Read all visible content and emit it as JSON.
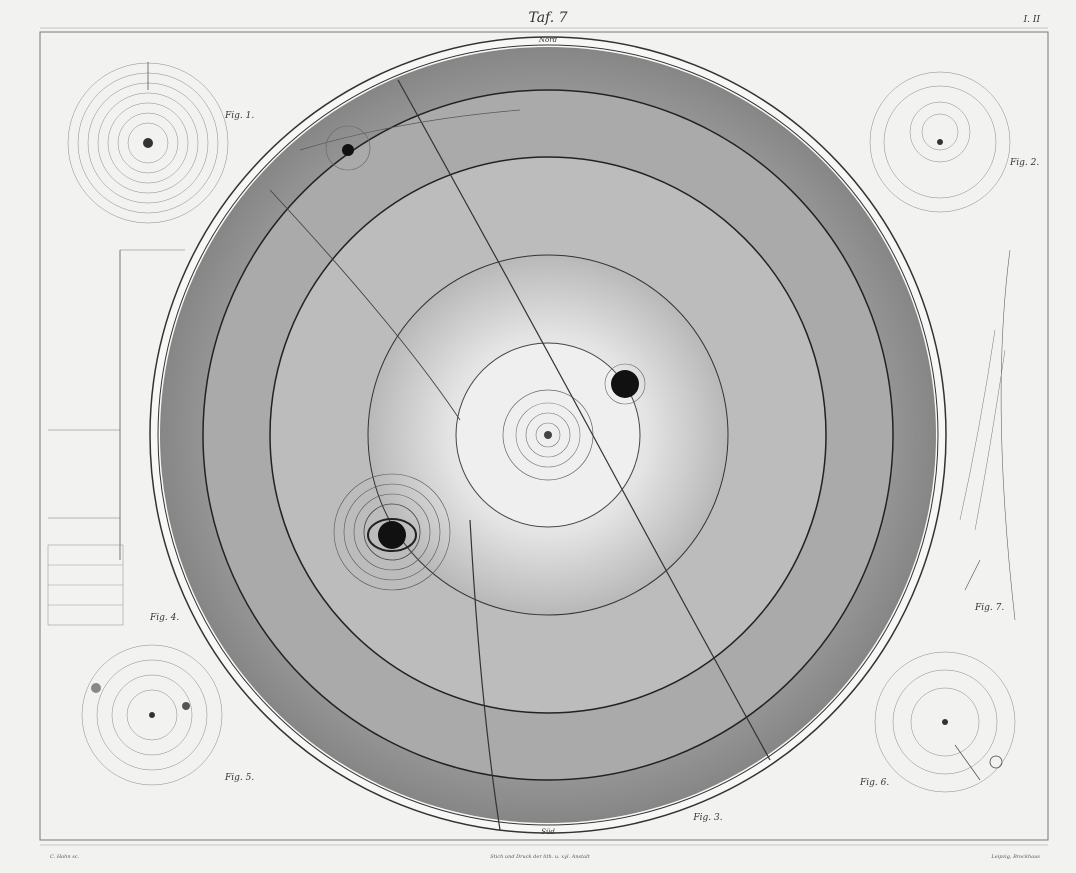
{
  "plate": {
    "title": "Taf. 7",
    "plate_number": "I. II",
    "bottom_imprint": "Stich und Druck der lith. u. xyl. Anstalt",
    "bottom_left": "C. Hahn sc.",
    "bottom_right": "Leipzig, Brockhaus"
  },
  "figures": {
    "fig1": "Fig. 1.",
    "fig2": "Fig. 2.",
    "fig3": "Fig. 3.",
    "fig4": "Fig. 4.",
    "fig5": "Fig. 5.",
    "fig6": "Fig. 6.",
    "fig7": "Fig. 7."
  },
  "main_chart": {
    "top_label": "Nord",
    "bottom_label": "Süd"
  },
  "colors": {
    "paper": "#f2f2f0",
    "outer_band": "#8e8e8e",
    "mid_band": "#b5b5b5",
    "inner_glow": "#e6e6e6",
    "ink": "#1f1f1f"
  }
}
